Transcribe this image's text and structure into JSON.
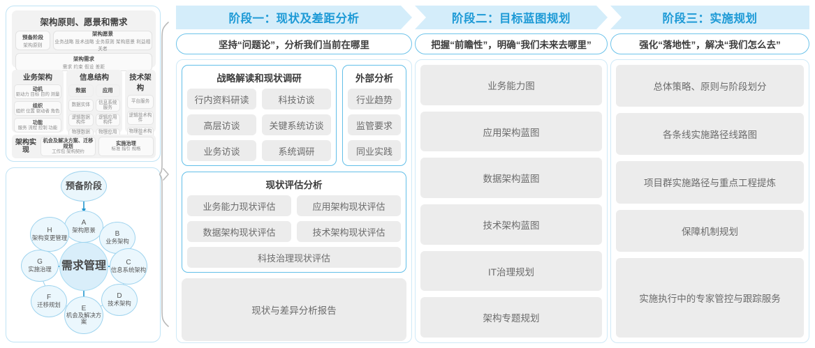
{
  "left_panel": {
    "framework": {
      "block1": {
        "title": "架构原则、愿景和需求",
        "items": [
          {
            "l1": "预备阶段",
            "l2": "架构原则"
          },
          {
            "l1": "架构愿景",
            "l2": "业务战略 技术战略 业务原则 架构愿景 利益相关者"
          },
          {
            "l1": "架构需求",
            "l2": "需求   约束   假设   差距"
          }
        ]
      },
      "columns": [
        {
          "header": "业务架构",
          "cells": [
            {
              "l1": "动机",
              "l2": "驱动力 目标 目的 测量"
            },
            {
              "l1": "组织",
              "l2": "组织 位置 驱动者 角色"
            },
            {
              "l1": "功能",
              "l2": "服务 流程 控制 功能"
            }
          ]
        },
        {
          "header": "信息结构",
          "sub_a": [
            "数据",
            "数据实体",
            "逻辑数据构件",
            "物理数据构件"
          ],
          "sub_b": [
            "应用",
            "信息系统服务",
            "逻辑应用构件",
            "物理应用构件"
          ]
        },
        {
          "header": "技术架构",
          "cells": [
            "平台服务",
            "逻辑技术构件",
            "物理技术构件"
          ]
        }
      ],
      "block3": {
        "label": "架构实现",
        "items": [
          {
            "l1": "机会及解决方案、迁移规划",
            "l2": "工作包  架构契约"
          },
          {
            "l1": "实施治理",
            "l2": "标准  指引  规格"
          }
        ]
      }
    },
    "hub_diagram": {
      "preliminary": "预备阶段",
      "center": "需求管理",
      "nodes": [
        {
          "letter": "A",
          "name": "架构愿景"
        },
        {
          "letter": "B",
          "name": "业务架构"
        },
        {
          "letter": "C",
          "name": "信息系统架构"
        },
        {
          "letter": "D",
          "name": "技术架构"
        },
        {
          "letter": "E",
          "name": "机会及解决方案"
        },
        {
          "letter": "F",
          "name": "迁移规划"
        },
        {
          "letter": "G",
          "name": "实施治理"
        },
        {
          "letter": "H",
          "name": "架构变更管理"
        }
      ]
    }
  },
  "phases": [
    {
      "banner": "阶段一：现状及差距分析",
      "subtitle": "坚持“问题论”，分析我们当前在哪里",
      "cards": [
        {
          "title": "战略解读和现状调研",
          "rows": [
            [
              "行内资料研读",
              "科技访谈"
            ],
            [
              "高层访谈",
              "关键系统访谈"
            ],
            [
              "业务访谈",
              "系统调研"
            ]
          ]
        },
        {
          "title": "外部分析",
          "items": [
            "行业趋势",
            "监管要求",
            "同业实践"
          ]
        },
        {
          "title": "现状评估分析",
          "rows": [
            [
              "业务能力现状评估",
              "应用架构现状评估"
            ],
            [
              "数据架构现状评估",
              "技术架构现状评估"
            ],
            [
              "科技治理现状评估"
            ]
          ]
        }
      ],
      "report": "现状与差异分析报告"
    },
    {
      "banner": "阶段二：目标蓝图规划",
      "subtitle": "把握“前瞻性”，明确“我们未来去哪里”",
      "items": [
        "业务能力图",
        "应用架构蓝图",
        "数据架构蓝图",
        "技术架构蓝图",
        "IT治理规划",
        "架构专题规划"
      ]
    },
    {
      "banner": "阶段三：实施规划",
      "subtitle": "强化“落地性”，解决“我们怎么去”",
      "items": [
        "总体策略、原则与阶段划分",
        "各条线实施路径线路图",
        "项目群实施路径与重点工程提炼",
        "保障机制规划",
        "实施执行中的专家管控与跟踪服务"
      ]
    }
  ],
  "colors": {
    "banner_bg": "#d4edfa",
    "banner_text": "#1e9ad6",
    "card_border": "#62bfe8",
    "pill_bg": "#ececec",
    "node_fill": "#ebf7fd",
    "node_stroke": "#9ed3ee"
  }
}
